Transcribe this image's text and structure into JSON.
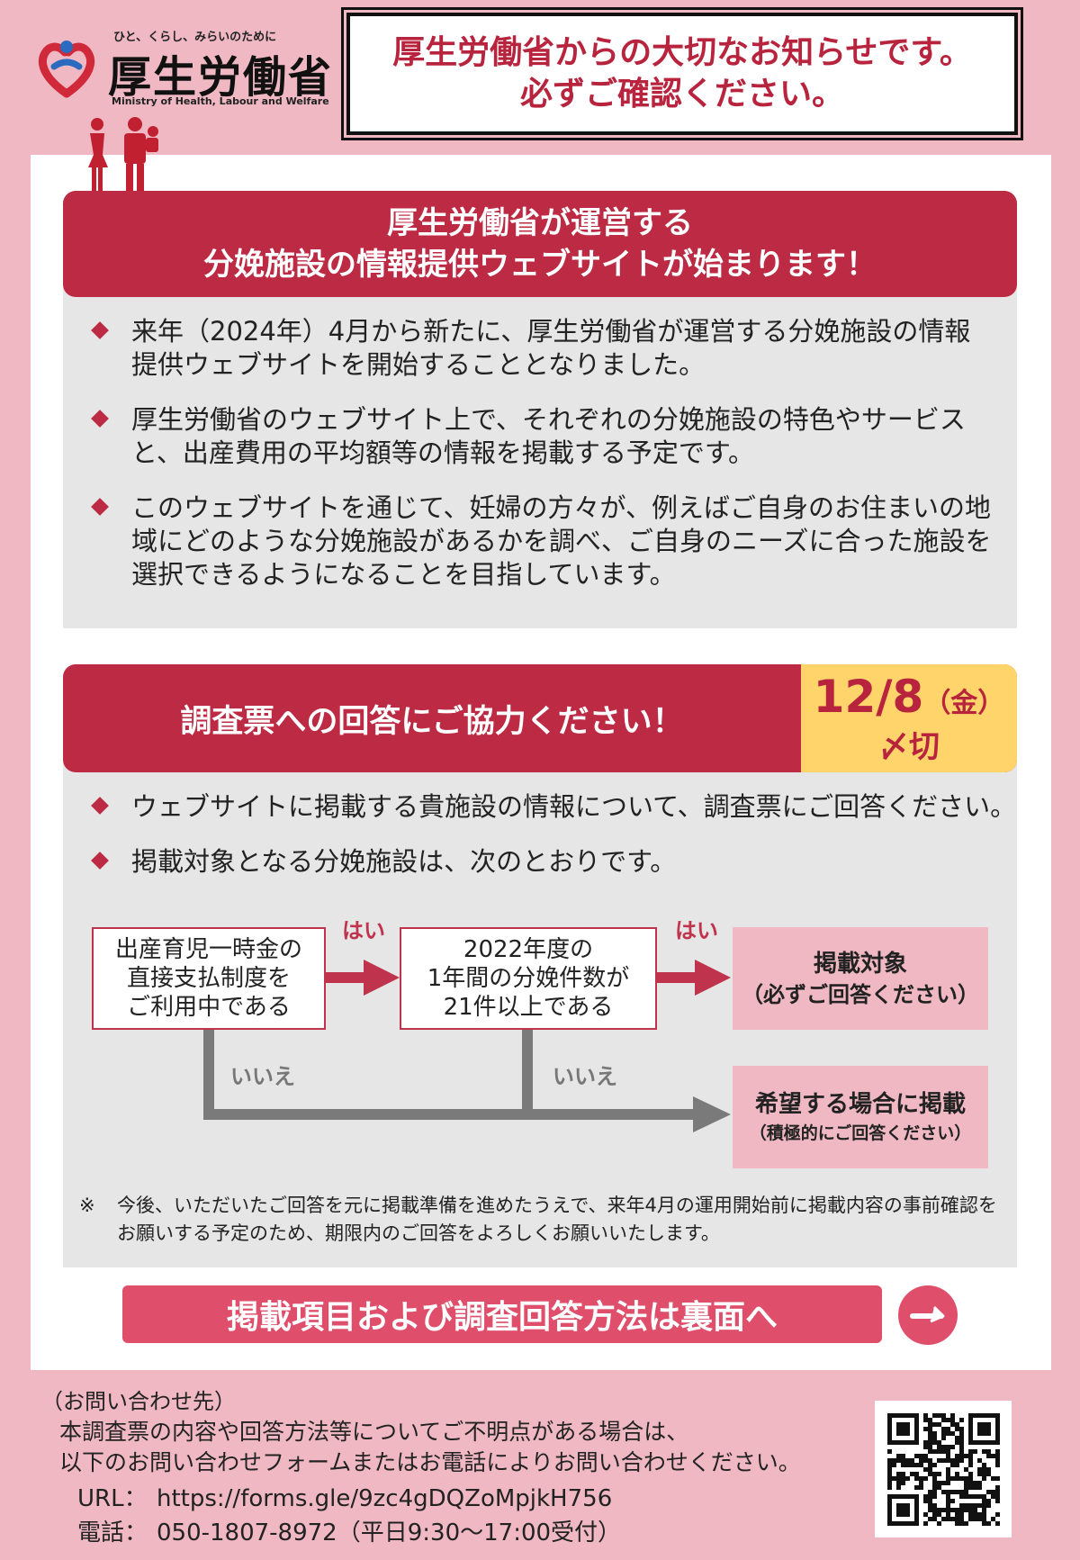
{
  "header": {
    "logo_tagline": "ひと、くらし、みらいのために",
    "logo_name": "厚生労働省",
    "logo_en": "Ministry of Health, Labour and Welfare",
    "notice_line1": "厚生労働省からの大切なお知らせです。",
    "notice_line2": "必ずご確認ください。"
  },
  "section1": {
    "title_line1": "厚生労働省が運営する",
    "title_line2": "分娩施設の情報提供ウェブサイトが始まります！",
    "bullets": [
      "来年（2024年）4月から新たに、厚生労働省が運営する分娩施設の情報提供ウェブサイトを開始することとなりました。",
      "厚生労働省のウェブサイト上で、それぞれの分娩施設の特色やサービスと、出産費用の平均額等の情報を掲載する予定です。",
      "このウェブサイトを通じて、妊婦の方々が、例えばご自身のお住まいの地域にどのような分娩施設があるかを調べ、ご自身のニーズに合った施設を選択できるようになることを目指しています。"
    ]
  },
  "section2": {
    "title": "調査票への回答にご協力ください！",
    "deadline_date": "12/8",
    "deadline_day": "（金）",
    "deadline_suffix": "〆切",
    "bullets": [
      "ウェブサイトに掲載する貴施設の情報について、調査票にご回答ください。",
      "掲載対象となる分娩施設は、次のとおりです。"
    ],
    "flow": {
      "box1": [
        "出産育児一時金の",
        "直接支払制度を",
        "ご利用中である"
      ],
      "box2": [
        "2022年度の",
        "1年間の分娩件数が",
        "21件以上である"
      ],
      "yes_label": "はい",
      "no_label": "いいえ",
      "result1_main": "掲載対象",
      "result1_sub": "（必ずご回答ください）",
      "result2_main": "希望する場合に掲載",
      "result2_sub": "（積極的にご回答ください）"
    },
    "note_mark": "※",
    "note": "今後、いただいたご回答を元に掲載準備を進めたうえで、来年4月の運用開始前に掲載内容の事前確認をお願いする予定のため、期限内のご回答をよろしくお願いいたします。"
  },
  "cta": {
    "label": "掲載項目および調査回答方法は裏面へ"
  },
  "contact": {
    "heading": "（お問い合わせ先）",
    "line1": "本調査票の内容や回答方法等についてご不明点がある場合は、",
    "line2": "以下のお問い合わせフォームまたはお電話によりお問い合わせください。",
    "url_label": "URL：",
    "url": "https://forms.gle/9zc4gDQZoMpjkH756",
    "phone_label": "電話：",
    "phone": "050-1807-8972（平日9:30～17:00受付）"
  },
  "colors": {
    "background": "#efb8c2",
    "accent_red": "#bc2a43",
    "deadline_yellow": "#ffd56b",
    "cta_pink": "#df4e6a",
    "arrow_gray": "#7a7a7a"
  }
}
